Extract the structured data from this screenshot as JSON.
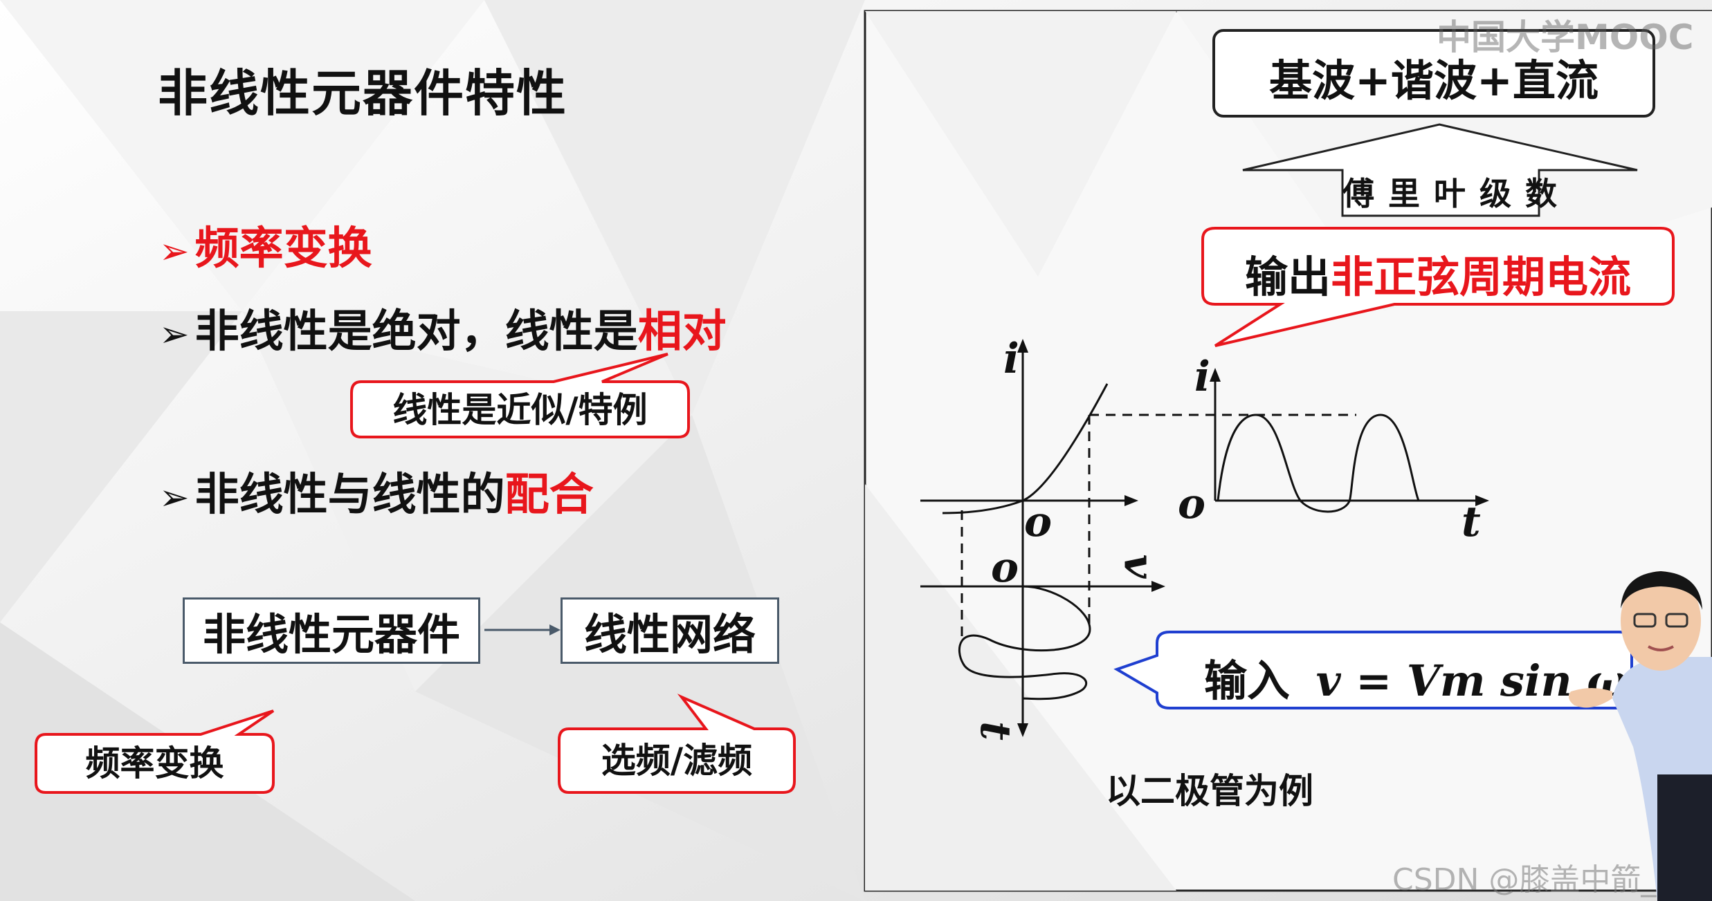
{
  "left": {
    "title": "非线性元器件特性",
    "bullet1": {
      "marker": "➢",
      "text": "频率变换"
    },
    "bullet2": {
      "marker": "➢",
      "prefix": "非线性是绝对，线性是",
      "highlight": "相对"
    },
    "callout_linear": "线性是近似/特例",
    "bullet3": {
      "marker": "➢",
      "prefix": "非线性与线性的",
      "highlight": "配合"
    },
    "box_nonlinear": "非线性元器件",
    "box_network": "线性网络",
    "callout_freq": "频率变换",
    "callout_select": "选频/滤频"
  },
  "right": {
    "top_box": "基波+谐波+直流",
    "arrow_label": "傅 里 叶 级 数",
    "output_prefix": "输出",
    "output_highlight": "非正弦周期电流",
    "axis_i1": "i",
    "axis_o1": "o",
    "axis_i2": "i",
    "axis_o2": "o",
    "axis_t2": "t",
    "axis_o3": "o",
    "axis_v3": "v",
    "axis_t3": "t",
    "input_prefix": "输入",
    "input_formula": "v = Vm sin ωt",
    "caption": "以二极管为例"
  },
  "watermark_logo": "中国大学MOOC",
  "watermark_csdn": "CSDN @膝盖中箭_"
}
